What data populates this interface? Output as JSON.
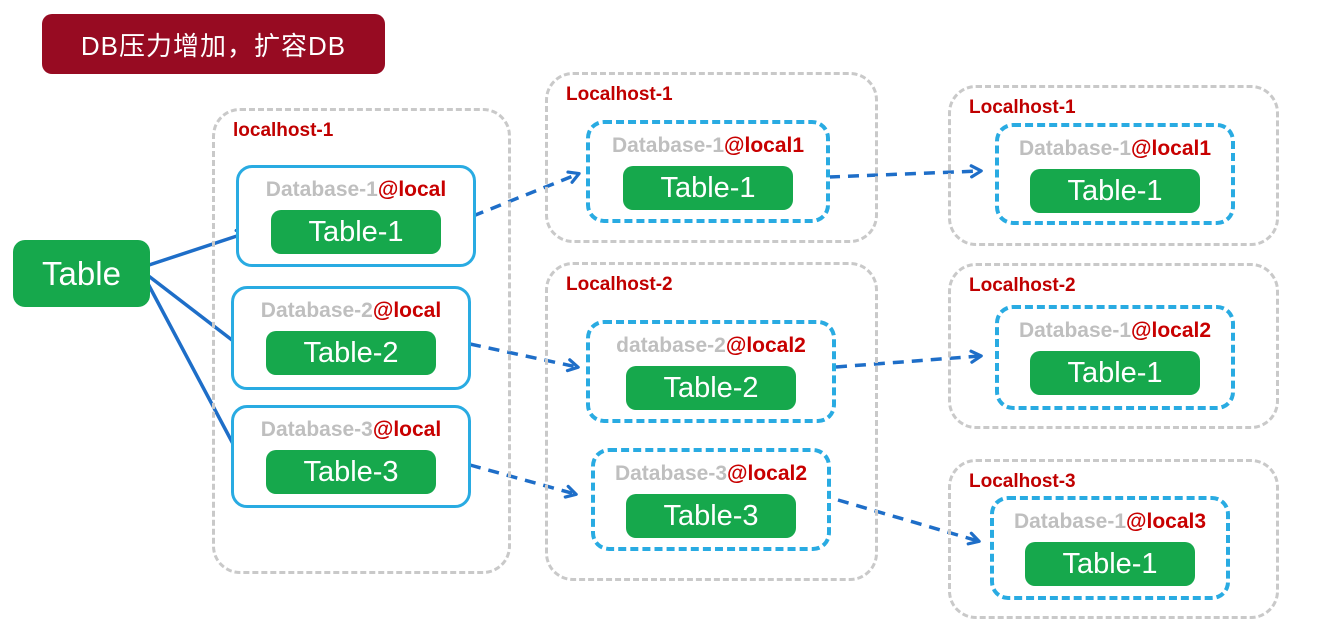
{
  "banner": {
    "label": "DB压力增加，扩容DB"
  },
  "source": {
    "label": "Table"
  },
  "colors": {
    "banner_bg": "#970B22",
    "node_green": "#16A84C",
    "box_blue": "#29ABE2",
    "arrow_blue": "#1E6EC8",
    "label_red": "#C00000",
    "db_name_gray": "#BFBFBF",
    "container_gray": "#C9C9C9"
  },
  "stage1": {
    "label": "localhost-1",
    "databases": [
      {
        "name": "Database-1",
        "at": "@local",
        "table": "Table-1"
      },
      {
        "name": "Database-2",
        "at": "@local",
        "table": "Table-2"
      },
      {
        "name": "Database-3",
        "at": "@local",
        "table": "Table-3"
      }
    ]
  },
  "stage2": {
    "hosts": [
      {
        "label": "Localhost-1",
        "databases": [
          {
            "name": "Database-1",
            "at": "@local1",
            "table": "Table-1"
          }
        ]
      },
      {
        "label": "Localhost-2",
        "databases": [
          {
            "name": "database-2",
            "at": "@local2",
            "table": "Table-2"
          },
          {
            "name": "Database-3",
            "at": "@local2",
            "table": "Table-3"
          }
        ]
      }
    ]
  },
  "stage3": {
    "hosts": [
      {
        "label": "Localhost-1",
        "databases": [
          {
            "name": "Database-1",
            "at": "@local1",
            "table": "Table-1"
          }
        ]
      },
      {
        "label": "Localhost-2",
        "databases": [
          {
            "name": "Database-1",
            "at": "@local2",
            "table": "Table-1"
          }
        ]
      },
      {
        "label": "Localhost-3",
        "databases": [
          {
            "name": "Database-1",
            "at": "@local3",
            "table": "Table-1"
          }
        ]
      }
    ]
  }
}
